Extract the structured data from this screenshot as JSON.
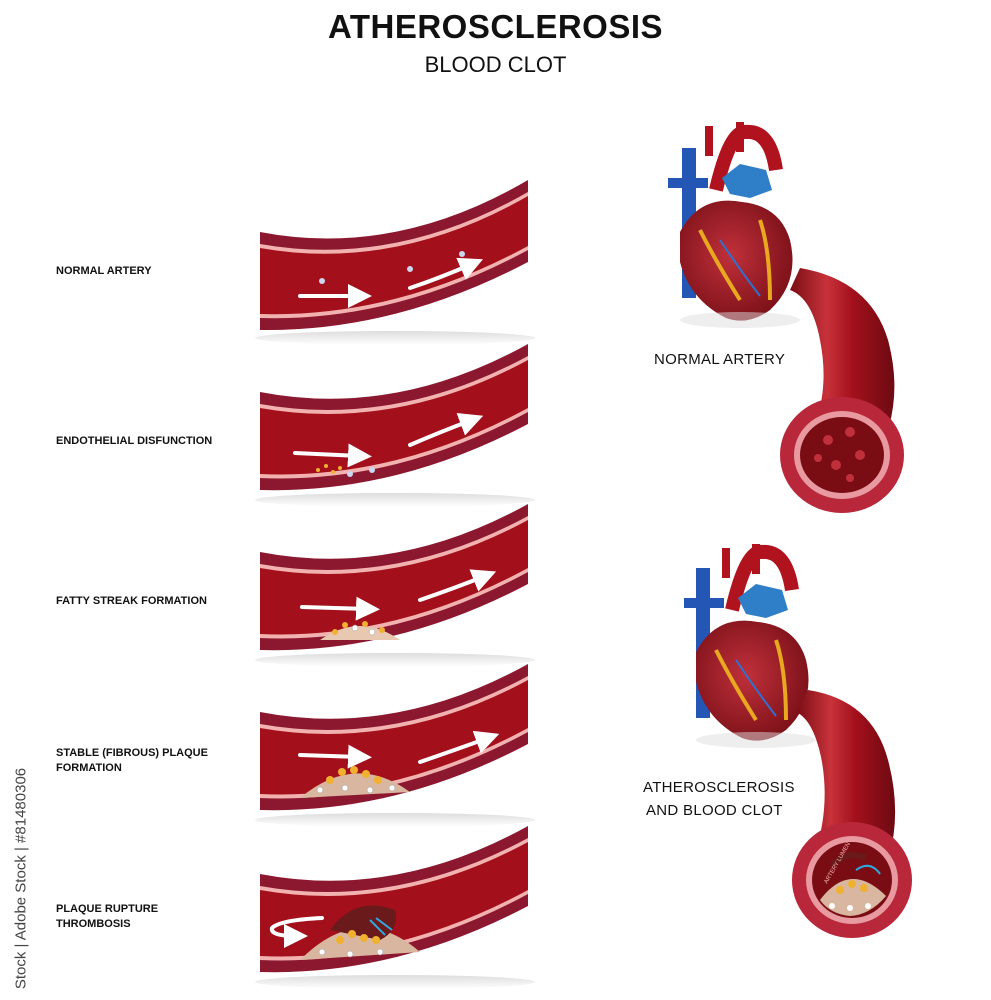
{
  "header": {
    "title": "ATHEROSCLEROSIS",
    "subtitle": "BLOOD CLOT"
  },
  "stages": [
    {
      "label": "NORMAL ARTERY"
    },
    {
      "label": "ENDOTHELIAL DISFUNCTION"
    },
    {
      "label": "FATTY STREAK FORMATION"
    },
    {
      "label": "STABLE (FIBROUS) PLAQUE FORMATION"
    },
    {
      "label": "PLAQUE RUPTURE THROMBOSIS"
    }
  ],
  "right_panel": {
    "normal_label": "NORMAL ARTERY",
    "athero_label_1": "ATHEROSCLEROSIS",
    "athero_label_2": "AND BLOOD CLOT",
    "lumen_label": "ARTERY LUMEN"
  },
  "stock_id": "Stock | Adobe Stock | #81480306",
  "colors": {
    "blood": "#a3101c",
    "wall": "#8c1830",
    "intima": "#f2b2b0",
    "vein": "#2457b5",
    "plaque": "#f0b030"
  }
}
